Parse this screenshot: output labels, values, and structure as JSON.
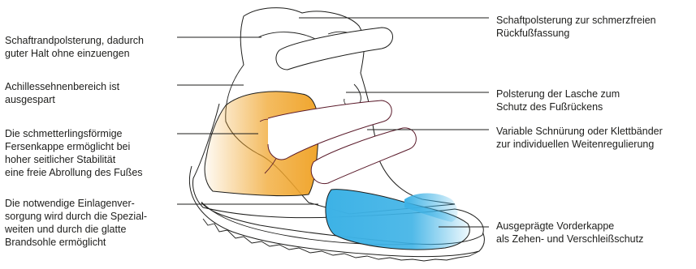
{
  "callouts": {
    "left": [
      {
        "lines": [
          "Schaftrandpolsterung, dadurch",
          "guter Halt ohne einzuengen"
        ]
      },
      {
        "lines": [
          "Achillessehnenbereich ist",
          "ausgespart"
        ]
      },
      {
        "lines": [
          "Die schmetterlingsförmige",
          "Fersenkappe ermöglicht bei",
          "hoher seitlicher Stabilität",
          "eine freie Abrollung des Fußes"
        ]
      },
      {
        "lines": [
          "Die notwendige Einlagenver-",
          "sorgung wird durch die Spezial-",
          "weiten und durch die glatte",
          "Brandsohle ermöglicht"
        ]
      }
    ],
    "right": [
      {
        "lines": [
          "Schaftpolsterung zur schmerzfreien",
          "Rückfußfassung"
        ]
      },
      {
        "lines": [
          "Polsterung der Lasche zum",
          "Schutz des Fußrückens"
        ]
      },
      {
        "lines": [
          "Variable Schnürung oder Klettbänder",
          "zur individuellen Weitenregulierung"
        ]
      },
      {
        "lines": [
          "Ausgeprägte Vorderkappe",
          "als Zehen- und Verschleißschutz"
        ]
      }
    ]
  },
  "colors": {
    "outline": "#1d1d1b",
    "strap_outline": "#5a1a2a",
    "heel_cap": "#f0a52c",
    "toe_cap": "#3db2e6",
    "leader": "#1d1d1b"
  }
}
